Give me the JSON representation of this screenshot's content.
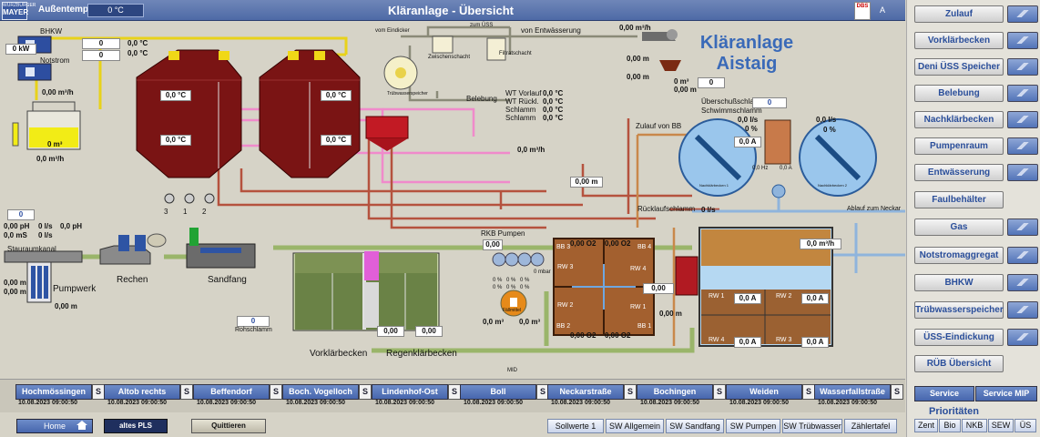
{
  "header": {
    "logo_top": "WÜRZBURGER",
    "logo_main": "MAYER",
    "aussen_label": "Außentemp.",
    "aussen_value": "0 °C",
    "title": "Kläranlage - Übersicht",
    "dbs": "DBS",
    "a_label": "A"
  },
  "plant_title": [
    "Kläranlage",
    "Aistaig"
  ],
  "nav": [
    "Zulauf",
    "Vorklärbecken",
    "Deni ÜSS Speicher",
    "Belebung",
    "Nachklärbecken",
    "Pumpenraum",
    "Entwässerung",
    "Faulbehälter",
    "Gas",
    "Notstromaggregat",
    "BHKW",
    "Trübwasserspeicher",
    "ÜSS-Eindickung",
    "RÜB Übersicht"
  ],
  "left": {
    "kw": "0 kW",
    "bhkw": "BHKW",
    "notstrom": "Notstrom",
    "bhkw_v1": "0",
    "bhkw_v2": "0",
    "bhkw_t1": "0,0 °C",
    "bhkw_t2": "0,0 °C",
    "gas_flow": "0,00 m³/h",
    "gas_store": "0 m³",
    "gas_flow2": "0,0 m³/h"
  },
  "digester": {
    "t1": "0,0 °C",
    "t2": "0,0 °C",
    "t3": "0,0 °C",
    "t4": "0,0 °C"
  },
  "sludge": {
    "vom_eindicker": "vom Eindicker",
    "zum_uss": "zum ÜSS",
    "zwischenschacht": "Zwischenschacht",
    "filtratschacht": "Filtratschacht",
    "truebwasser": "Trübwasserspeicher",
    "belebung": "Belebung",
    "von_entw": "von Entwässerung",
    "entw_flow": "0,00 m³/h",
    "m1": "0,00 m",
    "m2": "0,00 m",
    "m3_label": "0 m³",
    "m3_val": "0",
    "m_store": "0,00 m"
  },
  "wt": {
    "vorlauf_l": "WT Vorlauf",
    "vorlauf_v": "0,0 °C",
    "rueckl_l": "WT Rückl.",
    "rueckl_v": "0,0 °C",
    "schlamm1_l": "Schlamm",
    "schlamm1_v": "0,0 °C",
    "schlamm2_l": "Schlamm",
    "schlamm2_v": "0,0 °C",
    "flow": "0,0 m³/h",
    "level": "0,00 m"
  },
  "inlet": {
    "v0": "0",
    "ph1": "0,00 pH",
    "ls1": "0 l/s",
    "ph2": "0,0 pH",
    "ms": "0,0 mS",
    "ls2": "0 l/s",
    "stauraum": "Stauraumkanal",
    "m1": "0,00 m",
    "m2": "0,00 m",
    "m3": "0,00 m",
    "pumpwerk": "Pumpwerk",
    "rechen": "Rechen",
    "sandfang": "Sandfang",
    "v3": "3",
    "v1": "1",
    "v2": "2"
  },
  "vkb": {
    "vorklaer": "Vorklärbecken",
    "regenklaer": "Regenklärbecken",
    "rohschlamm_v": "0",
    "rohschlamm": "Rohschlamm",
    "v1": "0,00",
    "v2": "0,00",
    "mid": "MID"
  },
  "rkb": {
    "label": "RKB Pumpen",
    "v": "0,00",
    "mbar": "0 mbar",
    "p1": "0 %",
    "p2": "0 %",
    "p3": "0 %",
    "p4": "0 %",
    "p5": "0 %",
    "p6": "0 %",
    "faellmittel": "Fällmittel",
    "m3a": "0,0 m³",
    "m3b": "0,0 m³"
  },
  "bb": {
    "o2_1": "0,00 O2",
    "o2_2": "0,00 O2",
    "o2_3": "0,00 O2",
    "o2_4": "0,00 O2",
    "bb1": "BB 1",
    "bb2": "BB 2",
    "bb3": "BB 3",
    "bb4": "BB 4",
    "rw1": "RW 1",
    "rw2": "RW 2",
    "rw3": "RW 3",
    "rw4": "RW 4",
    "v1": "0,00",
    "m": "0,00 m",
    "zulauf": "Zulauf von BB"
  },
  "nkb": {
    "ueberschuss": "Überschußschlamm",
    "schwimm": "Schwimmschlamm",
    "v_uss": "0",
    "ls1": "0,0 l/s",
    "pct1": "0 %",
    "ls2": "0,0 l/s",
    "pct2": "0 %",
    "a1": "0,0 A",
    "nkb1": "Nachklärbecken 1",
    "nkb2": "Nachklärbecken 2",
    "hz": "0,0 Hz",
    "hzA": "0,0 A",
    "ruecklauf": "Rücklaufschlamm",
    "ruecklauf_v": "0 l/s",
    "ablauf": "Ablauf zum Neckar",
    "ablauf_flow": "0,0 m³/h"
  },
  "rueb": {
    "rw1": "RW 1",
    "rw2": "RW 2",
    "rw3": "RW 3",
    "rw4": "RW 4",
    "a1": "0,0 A",
    "a2": "0,0 A",
    "a3": "0,0 A",
    "a4": "0,0 A"
  },
  "stations": [
    {
      "name": "Hochmössingen",
      "time": "10.08.2023 09:00:50"
    },
    {
      "name": "Altob rechts",
      "time": "10.08.2023 09:00:50"
    },
    {
      "name": "Beffendorf",
      "time": "10.08.2023 09:00:50"
    },
    {
      "name": "Boch. Vogelloch",
      "time": "10.08.2023 09:00:50"
    },
    {
      "name": "Lindenhof-Ost",
      "time": "10.08.2023 09:00:50"
    },
    {
      "name": "Boll",
      "time": "10.08.2023 09:00:50"
    },
    {
      "name": "Neckarstraße",
      "time": "10.08.2023 09:00:50"
    },
    {
      "name": "Bochingen",
      "time": "10.08.2023 09:00:50"
    },
    {
      "name": "Weiden",
      "time": "10.08.2023 09:00:50"
    },
    {
      "name": "Wasserfallstraße",
      "time": "10.08.2023 09:00:50"
    }
  ],
  "station_s": "S",
  "bottom": {
    "home": "Home",
    "altes": "altes PLS",
    "quitt": "Quittieren",
    "sw": [
      "Sollwerte 1",
      "SW Allgemein",
      "SW Sandfang",
      "SW Pumpen",
      "SW Trübwasser",
      "Zählertafel"
    ],
    "service": "Service",
    "service_mip": "Service MIP",
    "prio_title": "Prioritäten",
    "prio": [
      "Zent",
      "Bio",
      "NKB",
      "SEW",
      "ÜS"
    ]
  }
}
